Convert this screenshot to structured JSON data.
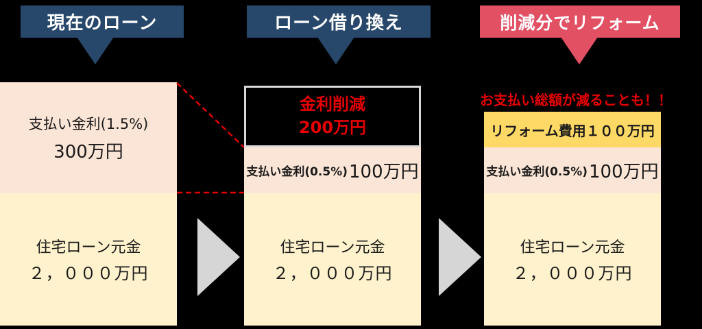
{
  "headers": {
    "current": {
      "label": "現在のローン"
    },
    "refinance": {
      "label": "ローン借り換え"
    },
    "reform": {
      "label": "削減分でリフォーム"
    }
  },
  "column_current": {
    "interest_label": "支払い金利(1.5%)",
    "interest_amount": "300万円",
    "principal_label": "住宅ローン元金",
    "principal_amount": "２，０００万円"
  },
  "column_refinance": {
    "reduction_title": "金利削減",
    "reduction_amount": "200万円",
    "interest_label": "支払い金利(0.5%)",
    "interest_amount": "100万円",
    "principal_label": "住宅ローン元金",
    "principal_amount": "２，０００万円"
  },
  "column_reform": {
    "note": "お支払い総額が減ることも！！",
    "reform_cost": "リフォーム費用１００万円",
    "interest_label": "支払い金利(0.5%)",
    "interest_amount": "100万円",
    "principal_label": "住宅ローン元金",
    "principal_amount": "２，０００万円"
  },
  "icons": {
    "flow_arrow": "right-triangle-arrow",
    "header_pointer": "down-triangle-tail",
    "reduction_link": "red-dashed-connector"
  },
  "colors": {
    "navy_header": "#27486b",
    "red_header": "#e25064",
    "pink_block": "#fbe5d6",
    "cream_block": "#fff2cc",
    "gold_block": "#ffd966",
    "arrow_gray": "#d6d6d6",
    "accent_red": "#e60000",
    "background": "#000000"
  }
}
